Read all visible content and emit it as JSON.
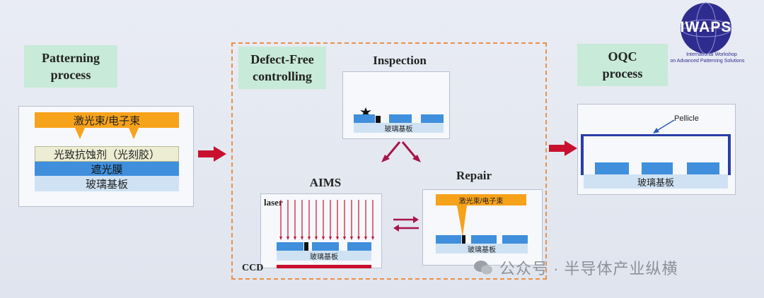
{
  "logo": {
    "name": "IWAPS",
    "subtitle_line1": "International Workshop",
    "subtitle_line2": "on Advanced Patterning Solutions"
  },
  "patterning": {
    "title_line1": "Patterning",
    "title_line2": "process",
    "beam": "激光束/电子束",
    "photoresist": "光致抗蚀剂（光刻胶）",
    "mask_layer": "遮光膜",
    "substrate": "玻璃基板"
  },
  "defect_free": {
    "title_line1": "Defect-Free",
    "title_line2": "controlling",
    "inspection": {
      "title": "Inspection",
      "substrate": "玻璃基板"
    },
    "aims": {
      "title": "AIMS",
      "laser": "laser",
      "ccd": "CCD",
      "substrate": "玻璃基板"
    },
    "repair": {
      "title": "Repair",
      "beam": "激光束/电子束",
      "substrate": "玻璃基板"
    }
  },
  "oqc": {
    "title_line1": "OQC",
    "title_line2": "process",
    "pellicle": "Pellicle",
    "substrate": "玻璃基板"
  },
  "watermark": "公众号 · 半导体产业纵横",
  "colors": {
    "orange": "#f7a21b",
    "blue": "#3f8fdc",
    "glass": "#cfe2f3",
    "label_green": "#c8ead8",
    "arrow_red": "#c8102e",
    "dashed": "#e8914a"
  }
}
